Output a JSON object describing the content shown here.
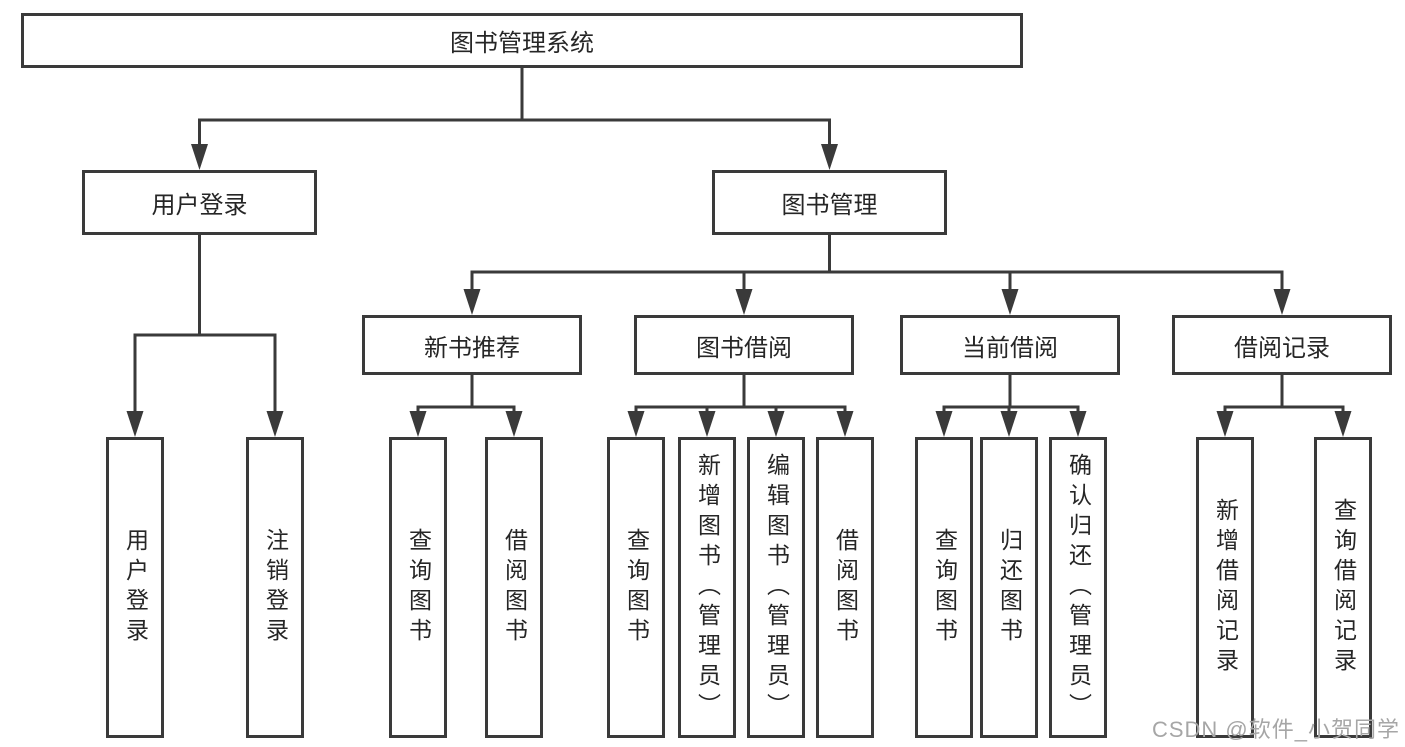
{
  "diagram": {
    "tree": {
      "id": "root",
      "label": "图书管理系统",
      "children": [
        {
          "id": "user-login",
          "label": "用户登录",
          "children": [
            {
              "id": "login",
              "label": "用户登录"
            },
            {
              "id": "logout",
              "label": "注销登录"
            }
          ]
        },
        {
          "id": "book-mgmt",
          "label": "图书管理",
          "children": [
            {
              "id": "new-book-rec",
              "label": "新书推荐",
              "children": [
                {
                  "id": "nbr-query-books",
                  "label": "查询图书"
                },
                {
                  "id": "nbr-borrow-books",
                  "label": "借阅图书"
                }
              ]
            },
            {
              "id": "book-borrow",
              "label": "图书借阅",
              "children": [
                {
                  "id": "bb-query-books",
                  "label": "查询图书"
                },
                {
                  "id": "bb-add-books",
                  "label": "新增图书（管理员）"
                },
                {
                  "id": "bb-edit-books",
                  "label": "编辑图书（管理员）"
                },
                {
                  "id": "bb-borrow-books",
                  "label": "借阅图书"
                }
              ]
            },
            {
              "id": "current-borrow",
              "label": "当前借阅",
              "children": [
                {
                  "id": "cb-query-books",
                  "label": "查询图书"
                },
                {
                  "id": "cb-return-books",
                  "label": "归还图书"
                },
                {
                  "id": "cb-confirm-return",
                  "label": "确认归还（管理员）"
                }
              ]
            },
            {
              "id": "borrow-records",
              "label": "借阅记录",
              "children": [
                {
                  "id": "br-add-record",
                  "label": "新增借阅记录"
                },
                {
                  "id": "br-query-record",
                  "label": "查询借阅记录"
                }
              ]
            }
          ]
        }
      ]
    },
    "watermark": "CSDN @软件_小贺同学",
    "colors": {
      "line": "#3a3a3a",
      "text": "#262626",
      "watermark": "#a6a6a6",
      "background": "#ffffff"
    }
  }
}
